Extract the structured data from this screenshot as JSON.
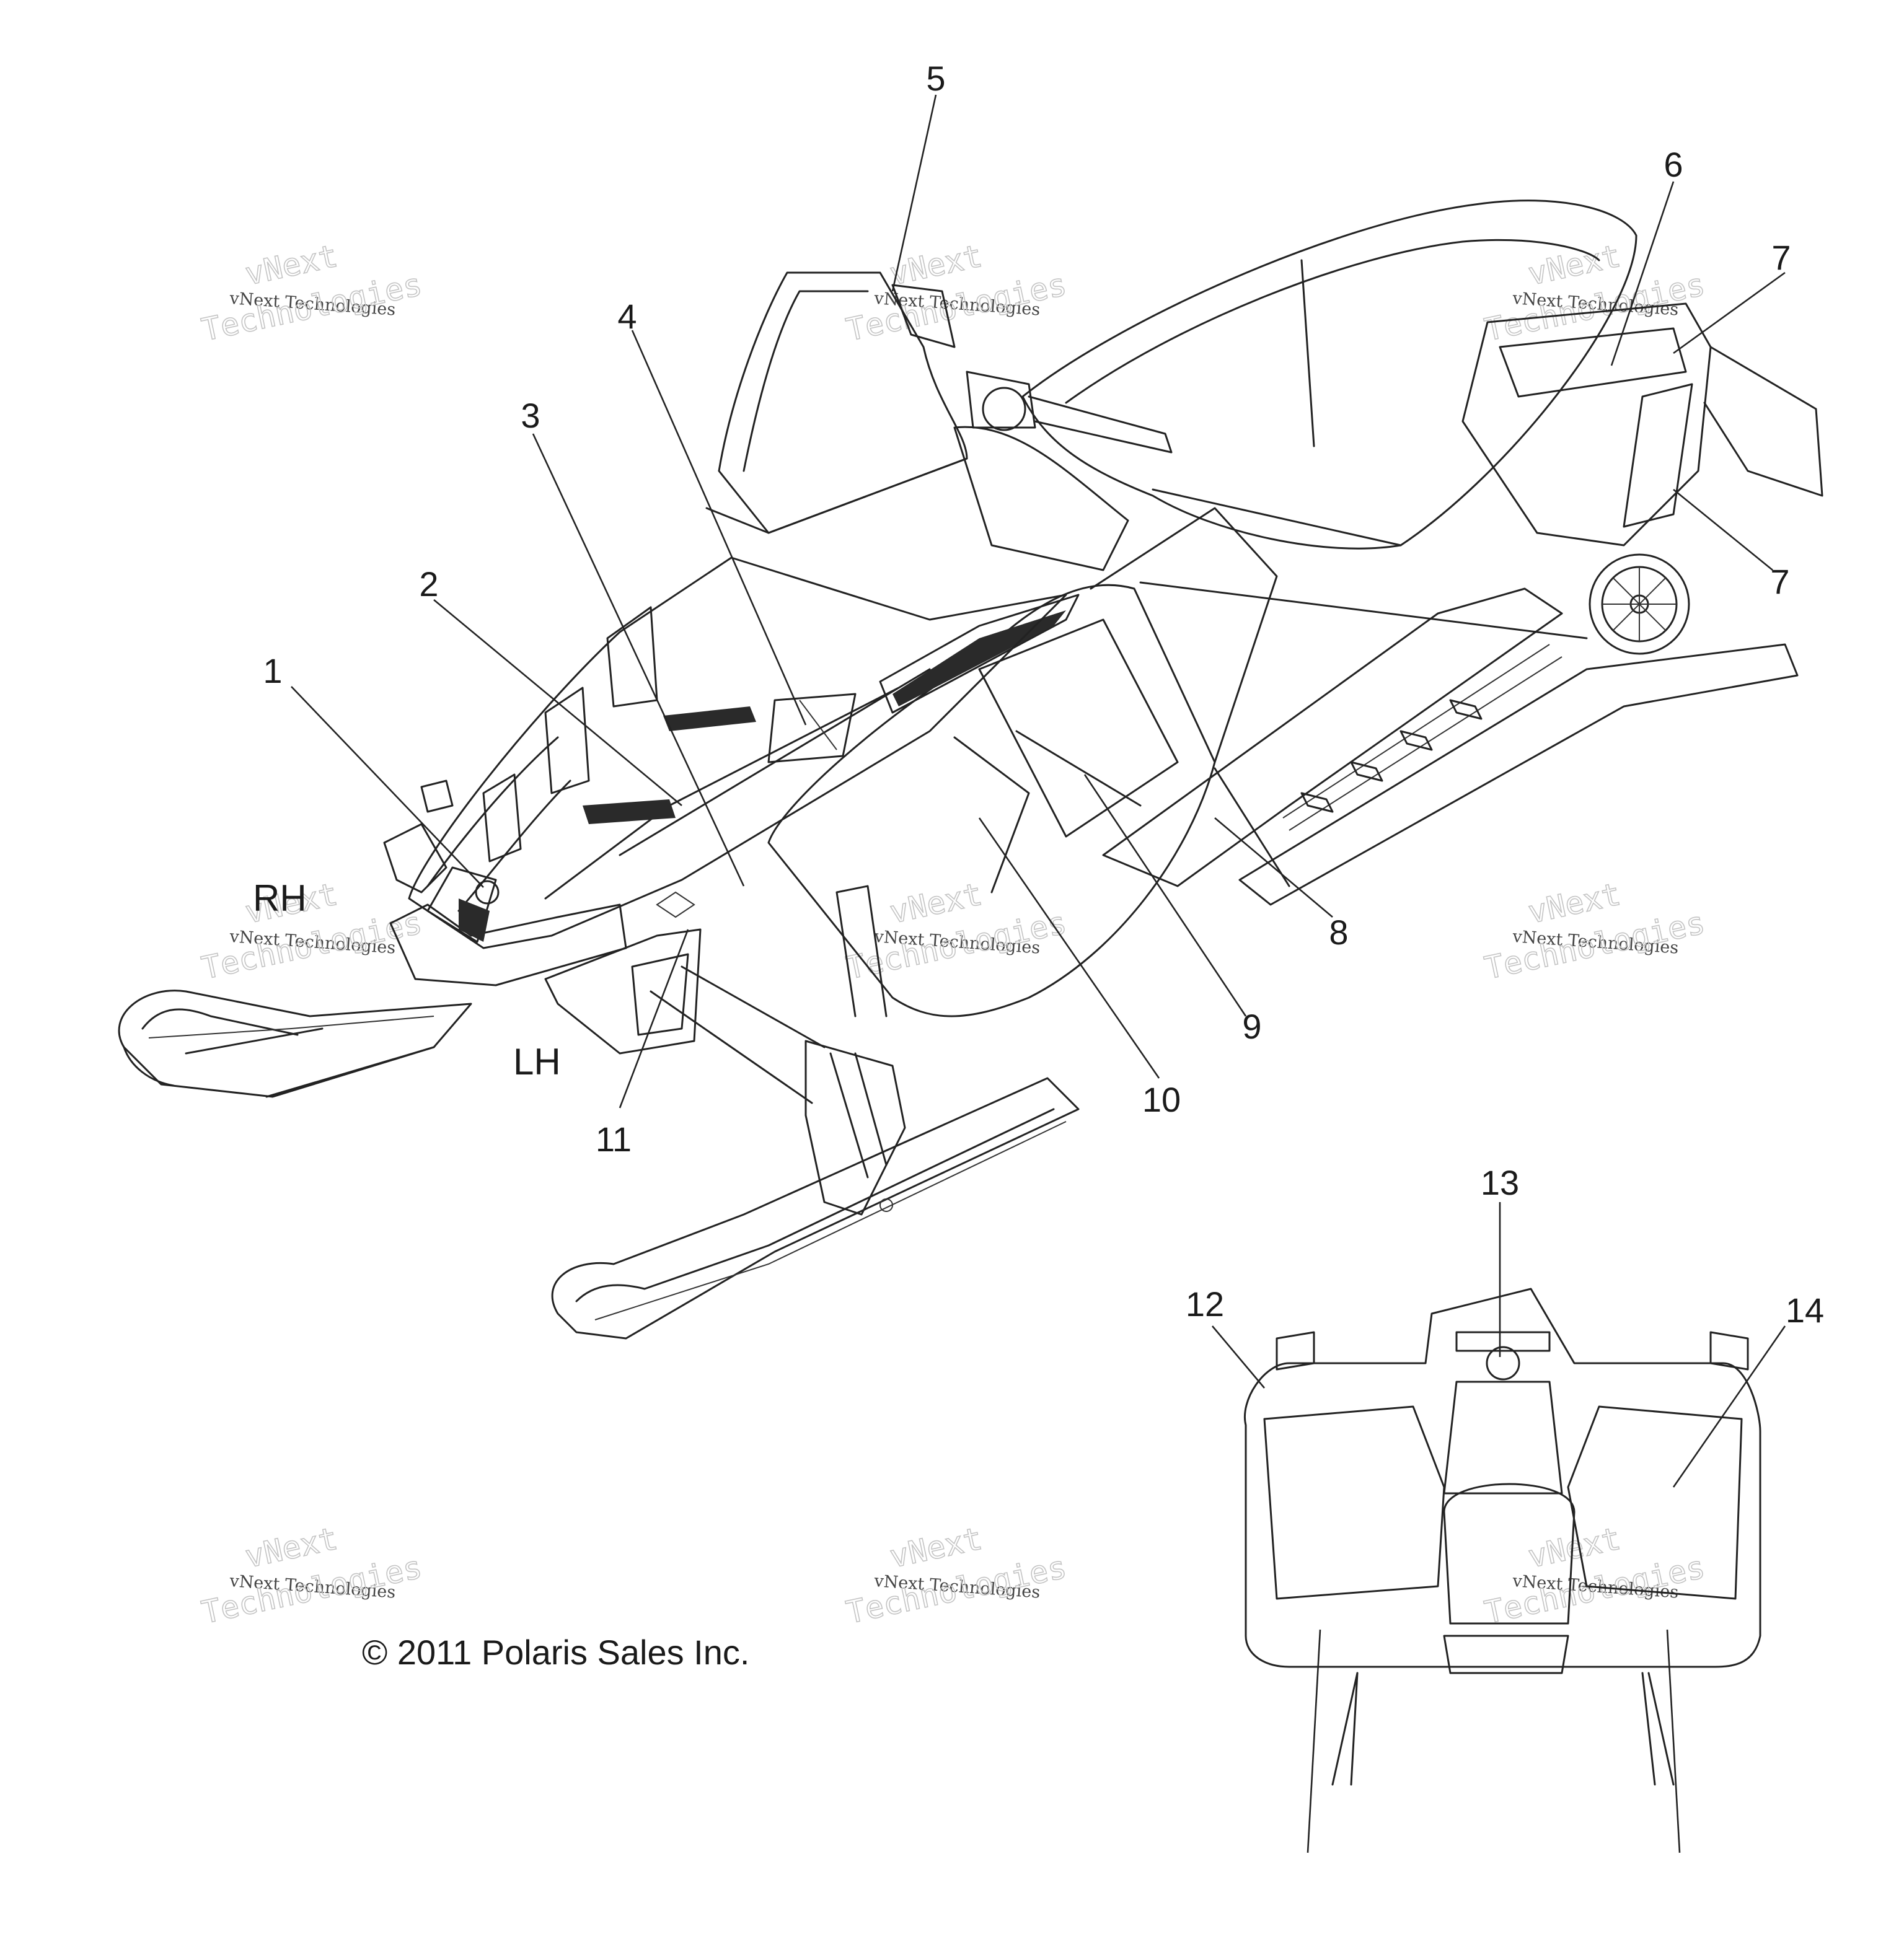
{
  "callouts": [
    {
      "label": "1"
    },
    {
      "label": "2"
    },
    {
      "label": "3"
    },
    {
      "label": "4"
    },
    {
      "label": "5"
    },
    {
      "label": "6"
    },
    {
      "label": "7"
    },
    {
      "label": "7"
    },
    {
      "label": "8"
    },
    {
      "label": "9"
    },
    {
      "label": "10"
    },
    {
      "label": "11"
    },
    {
      "label": "12"
    },
    {
      "label": "13"
    },
    {
      "label": "14"
    }
  ],
  "side_labels": {
    "rh": "RH",
    "lh": "LH"
  },
  "copyright": "© 2011 Polaris Sales Inc.",
  "watermark": {
    "line1": "vNext",
    "line2": "vNext Technologies",
    "line3": "Technologies"
  }
}
